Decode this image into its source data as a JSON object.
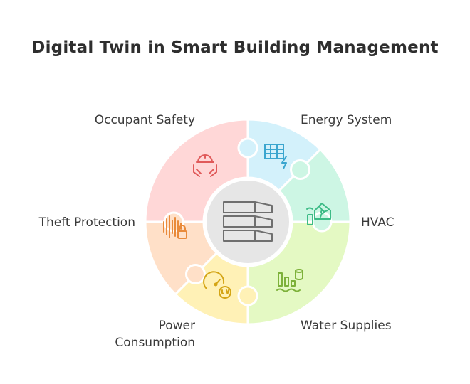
{
  "title": "Digital Twin in Smart Building Management",
  "center_icon": "building-layers-icon",
  "segments": [
    {
      "label": "Occupant Safety",
      "icon": "hands-hardhat-icon",
      "color": "#ffd7d7",
      "icon_color": "#e05a5a"
    },
    {
      "label": "Energy System",
      "icon": "solar-panel-bolt-icon",
      "color": "#d3f1fb",
      "icon_color": "#3aa6cf"
    },
    {
      "label": "HVAC",
      "icon": "smart-home-fan-icon",
      "color": "#cdf6e4",
      "icon_color": "#3dbb86"
    },
    {
      "label": "Water Supplies",
      "icon": "water-chart-icon",
      "color": "#e4f9c3",
      "icon_color": "#7db13a"
    },
    {
      "label": "Power\nConsumption",
      "icon": "gauge-uv-icon",
      "color": "#fff1b6",
      "icon_color": "#d4a516"
    },
    {
      "label": "Theft Protection",
      "icon": "signal-lock-icon",
      "color": "#ffe0c8",
      "icon_color": "#e98a3a"
    }
  ],
  "colors": {
    "center_fill": "#e6e6e6",
    "center_stroke": "#ffffff",
    "text": "#3a3a3a"
  }
}
